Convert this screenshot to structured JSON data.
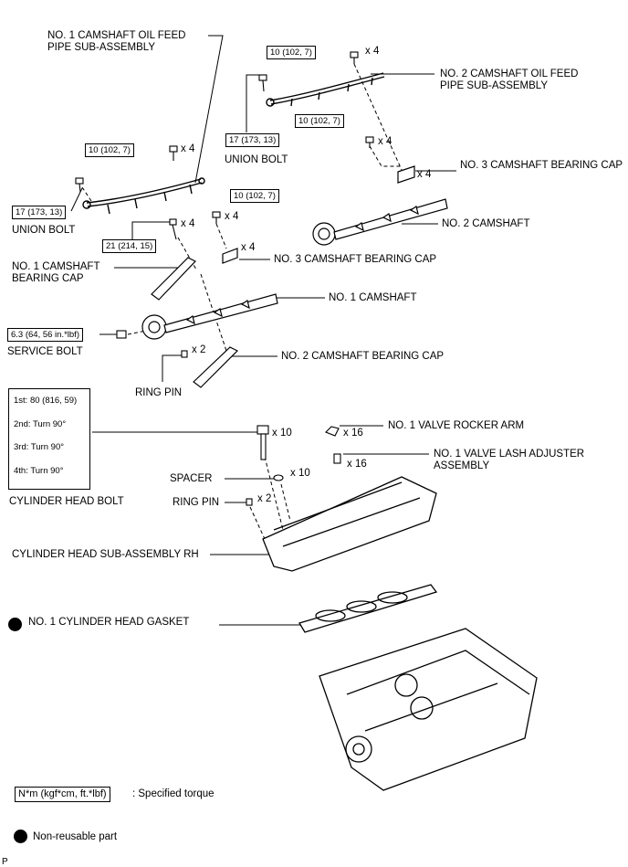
{
  "labels": {
    "oil_feed_1": "NO. 1 CAMSHAFT OIL FEED PIPE SUB-ASSEMBLY",
    "oil_feed_2": "NO. 2 CAMSHAFT OIL FEED PIPE SUB-ASSEMBLY",
    "union_bolt_left": "UNION BOLT",
    "union_bolt_right": "UNION BOLT",
    "cap_3_right": "NO. 3 CAMSHAFT BEARING CAP",
    "camshaft_2": "NO. 2 CAMSHAFT",
    "cap_1": "NO. 1 CAMSHAFT BEARING CAP",
    "cap_3_mid": "NO. 3 CAMSHAFT BEARING CAP",
    "camshaft_1": "NO. 1 CAMSHAFT",
    "service_bolt": "SERVICE BOLT",
    "cap_2": "NO. 2 CAMSHAFT BEARING CAP",
    "ring_pin_upper": "RING PIN",
    "rocker_arm": "NO. 1 VALVE ROCKER ARM",
    "lash_adjuster": "NO. 1 VALVE LASH ADJUSTER ASSEMBLY",
    "spacer": "SPACER",
    "ring_pin_lower": "RING PIN",
    "head_bolt": "CYLINDER HEAD BOLT",
    "head_sub": "CYLINDER HEAD SUB-ASSEMBLY RH",
    "gasket": "NO. 1 CYLINDER HEAD GASKET"
  },
  "torques": {
    "t_pipe2_bolt": "10 (102, 7)",
    "t_cap3_right": "10 (102, 7)",
    "t_union_right": "17 (173, 13)",
    "t_pipe1_bolt": "10 (102, 7)",
    "t_union_left": "17 (173, 13)",
    "t_cap3_mid": "10 (102, 7)",
    "t_cap1": "21 (214, 15)",
    "t_service": "6.3 (64, 56 in.*lbf)"
  },
  "quantities": {
    "q_pipe2_bolt": "x 4",
    "q_cap3_right_bolt": "x 4",
    "q_cap3_right": "x 4",
    "q_pipe1_bolt": "x 4",
    "q_cap3_mid_bolt": "x 4",
    "q_cap3_mid": "x 4",
    "q_cap1_bolt": "x 4",
    "q_ring_pin_upper": "x 2",
    "q_head_bolt": "x 10",
    "q_rocker": "x 16",
    "q_lash": "x 16",
    "q_spacer": "x 10",
    "q_ring_pin_lower": "x 2"
  },
  "head_bolt_sequence": [
    "1st: 80 (816, 59)",
    "2nd: Turn 90°",
    "3rd: Turn 90°",
    "4th: Turn 90°"
  ],
  "legend": {
    "torque_unit": "N*m (kgf*cm, ft.*lbf)",
    "torque_desc": ": Specified torque",
    "nonreusable_desc": "Non-reusable part"
  },
  "footer_code": "P"
}
